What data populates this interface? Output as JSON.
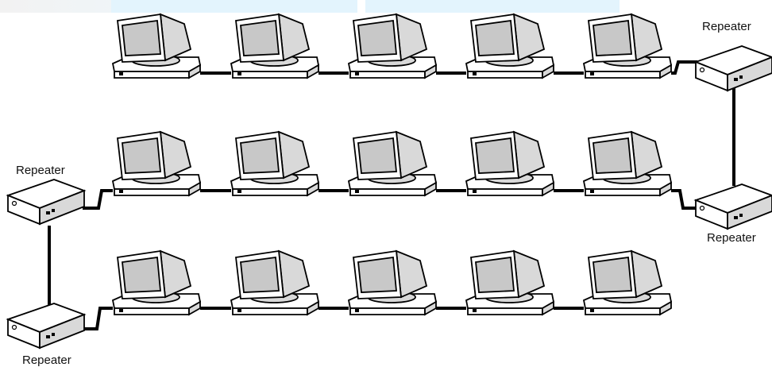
{
  "diagram": {
    "labels": {
      "repeater_top_right": "Repeater",
      "repeater_mid_right": "Repeater",
      "repeater_mid_left": "Repeater",
      "repeater_bottom_left": "Repeater"
    },
    "rows": [
      {
        "computers": 5
      },
      {
        "computers": 5
      },
      {
        "computers": 5
      }
    ],
    "colors": {
      "line": "#000000",
      "fill": "#ffffff",
      "shade": "#d9d9d9",
      "screen": "#c8c8c8",
      "top_band": "#dff2fb"
    }
  }
}
